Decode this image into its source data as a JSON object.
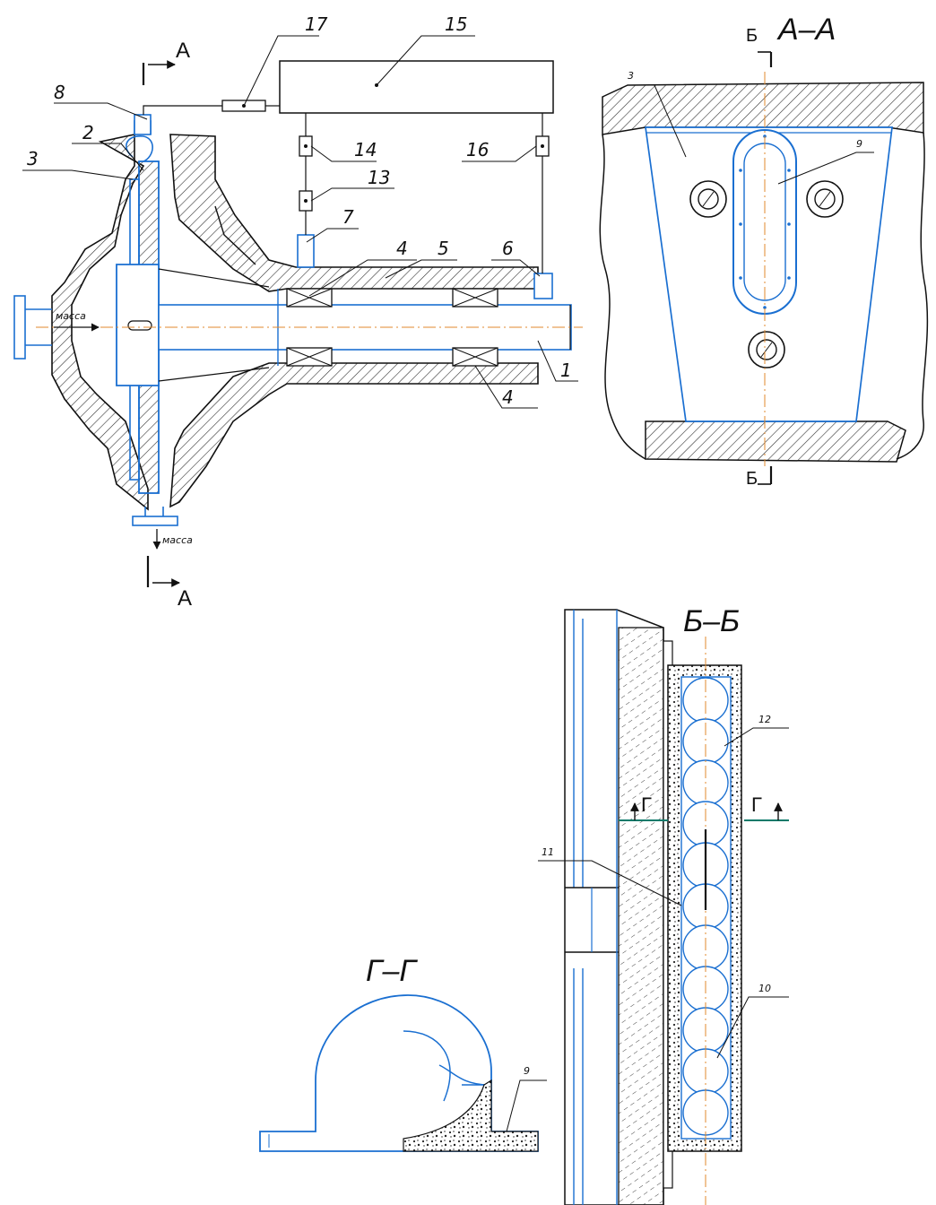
{
  "colors": {
    "outline": "#111111",
    "part": "#1a6fd1",
    "axis": "#e08a2e",
    "cutline": "#0a7a6a",
    "hatch": "#333333"
  },
  "sections": {
    "aa": "А–А",
    "bb": "Б–Б",
    "gg": "Г–Г"
  },
  "cut_marks": {
    "a_top": "А",
    "a_bottom": "А",
    "b_top": "Б",
    "b_bottom": "Б",
    "g_left": "Г",
    "g_right": "Г"
  },
  "flow": {
    "inlet": "масса",
    "outlet": "масса"
  },
  "labels": {
    "l1": "1",
    "l2": "2",
    "l3": "3",
    "l3b": "3",
    "l4a": "4",
    "l4b": "4",
    "l5": "5",
    "l6": "6",
    "l7": "7",
    "l8": "8",
    "l9a": "9",
    "l9b": "9",
    "l10": "10",
    "l11": "11",
    "l12": "12",
    "l13": "13",
    "l14": "14",
    "l15": "15",
    "l16": "16",
    "l17": "17"
  }
}
